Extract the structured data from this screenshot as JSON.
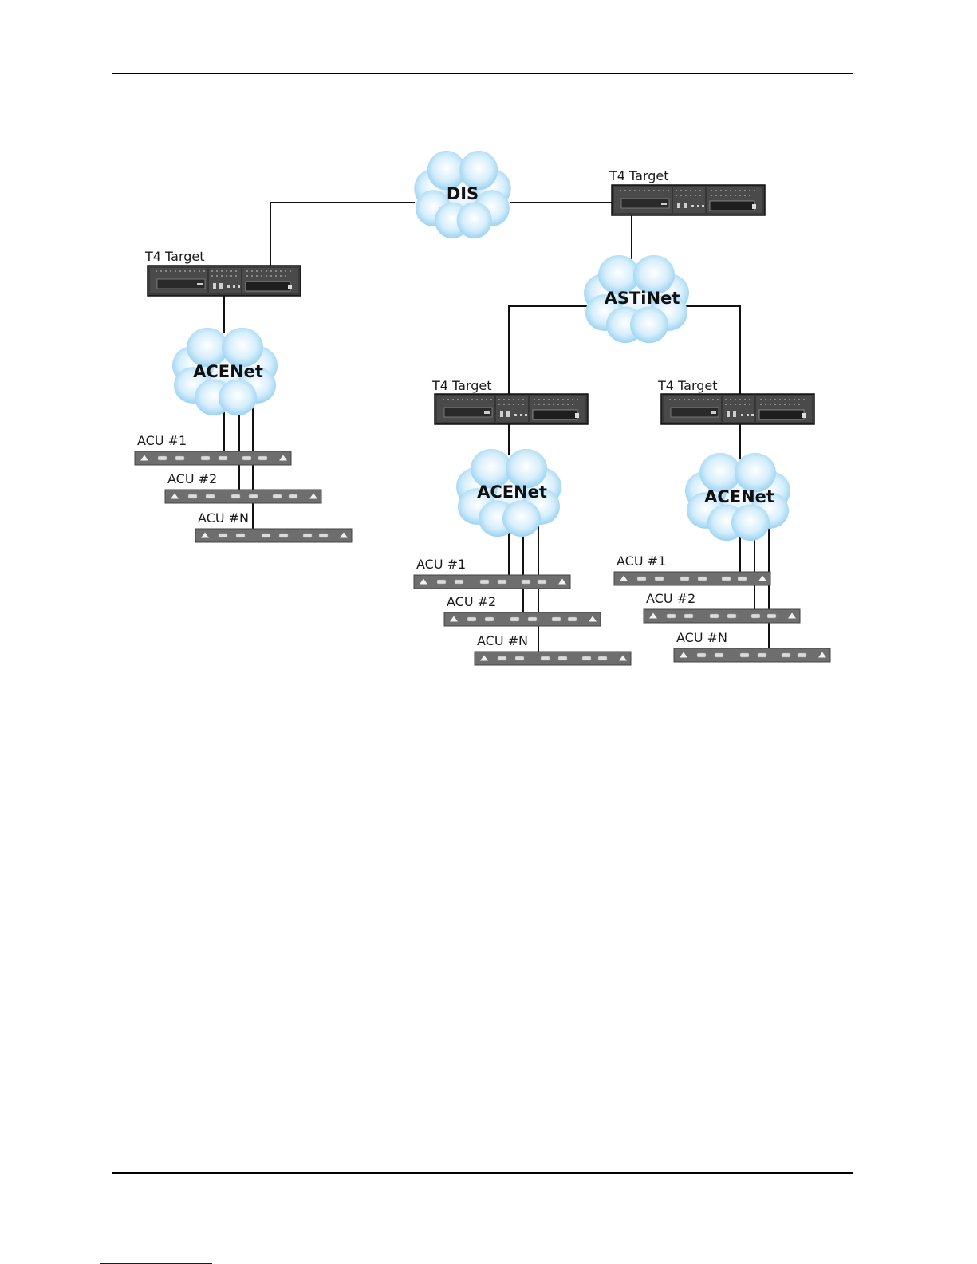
{
  "page": {
    "rule_color": "#000000",
    "link_color": "#0000ee"
  },
  "clouds": {
    "dis": "DIS",
    "astinet": "ASTiNet",
    "acenet_left": "ACENet",
    "acenet_mid": "ACENet",
    "acenet_right": "ACENet"
  },
  "targets": {
    "top": "T4 Target",
    "left": "T4 Target",
    "mid": "T4 Target",
    "right": "T4 Target"
  },
  "acus": {
    "left": [
      "ACU #1",
      "ACU #2",
      "ACU #N"
    ],
    "mid": [
      "ACU #1",
      "ACU #2",
      "ACU #N"
    ],
    "right": [
      "ACU #1",
      "ACU #2",
      "ACU #N"
    ]
  },
  "colors": {
    "cloud_fill": "#bfe3f7",
    "cloud_edge": "#7cc4ec",
    "device_body": "#3a3a3a",
    "acu_body": "#6e6e6e"
  }
}
